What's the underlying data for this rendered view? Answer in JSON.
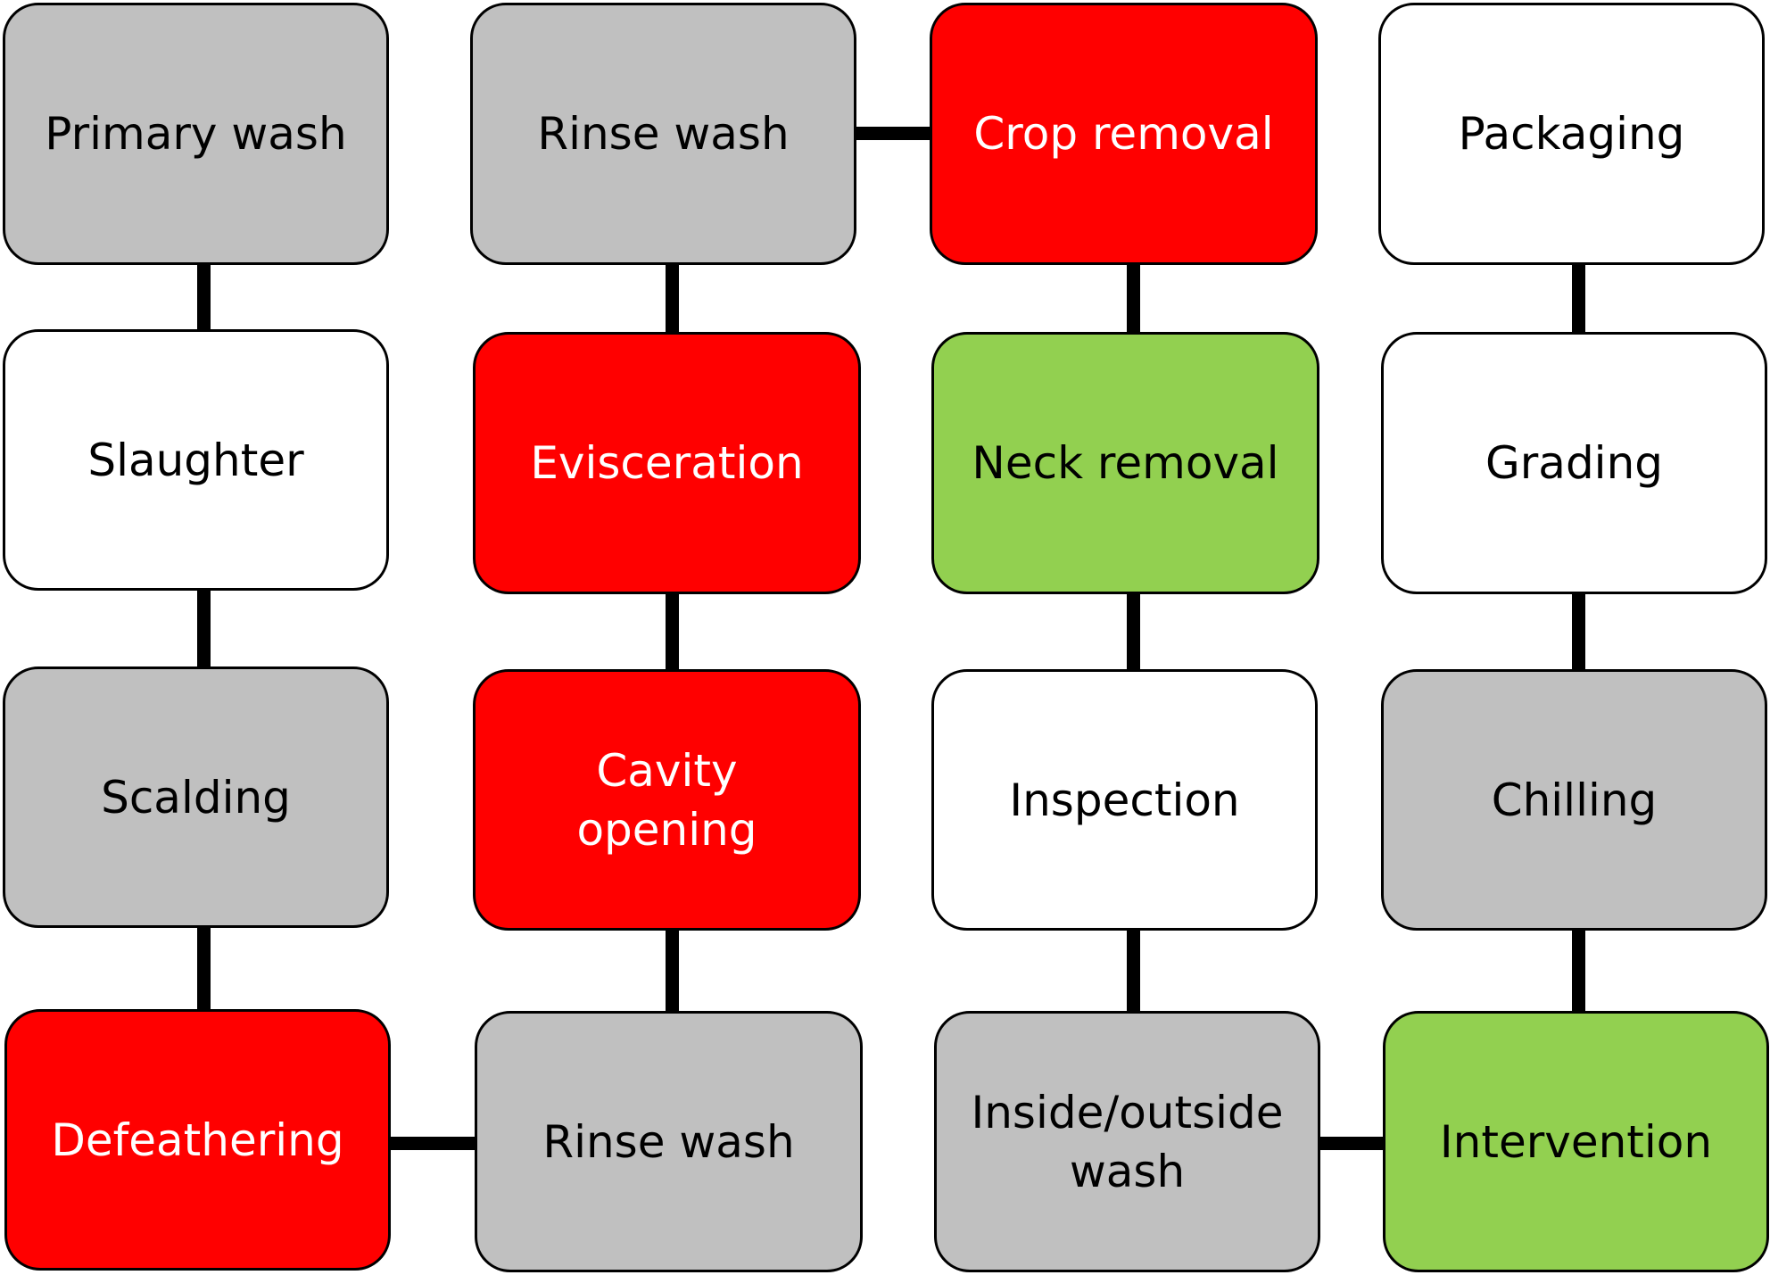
{
  "colors": {
    "grey": "#c0c0c0",
    "white": "#ffffff",
    "red": "#ff0000",
    "green": "#92d050",
    "text_dark": "#000000",
    "text_light": "#ffffff",
    "connector": "#000000"
  },
  "steps": [
    {
      "id": "primary-wash",
      "label": "Primary wash",
      "color": "grey"
    },
    {
      "id": "slaughter",
      "label": "Slaughter",
      "color": "white"
    },
    {
      "id": "scalding",
      "label": "Scalding",
      "color": "grey"
    },
    {
      "id": "defeathering",
      "label": "Defeathering",
      "color": "red"
    },
    {
      "id": "rinse-wash-1",
      "label": "Rinse wash",
      "color": "grey"
    },
    {
      "id": "cavity-opening",
      "label": "Cavity opening",
      "color": "red"
    },
    {
      "id": "evisceration",
      "label": "Evisceration",
      "color": "red"
    },
    {
      "id": "rinse-wash-2",
      "label": "Rinse wash",
      "color": "grey"
    },
    {
      "id": "crop-removal",
      "label": "Crop removal",
      "color": "red"
    },
    {
      "id": "neck-removal",
      "label": "Neck removal",
      "color": "green"
    },
    {
      "id": "inspection",
      "label": "Inspection",
      "color": "white"
    },
    {
      "id": "inside-outside-wash",
      "label": "Inside/outside wash",
      "color": "grey"
    },
    {
      "id": "intervention",
      "label": "Intervention",
      "color": "green"
    },
    {
      "id": "chilling",
      "label": "Chilling",
      "color": "grey"
    },
    {
      "id": "grading",
      "label": "Grading",
      "color": "white"
    },
    {
      "id": "packaging",
      "label": "Packaging",
      "color": "white"
    }
  ]
}
